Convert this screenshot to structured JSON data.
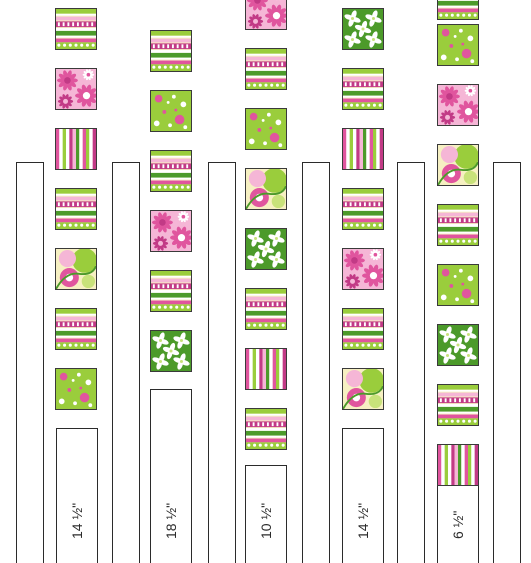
{
  "colors": {
    "lime": "#9acd3c",
    "dark_green": "#4c9a2a",
    "light_lime": "#c8e27a",
    "pink": "#e0559e",
    "magenta": "#c23a86",
    "light_pink": "#f5b6d6",
    "cream": "#f6f0c2",
    "white": "#ffffff",
    "outline": "#2b2b2b"
  },
  "strip_labels": [
    "14 ½\"",
    "18 ½\"",
    "10 ½\"",
    "14 ½\"",
    "6 ½\""
  ],
  "columns": [
    {
      "label_index": 0,
      "blocks": [
        "stripe",
        "pink-floral",
        "vstripe",
        "stripe",
        "pink-green-floral",
        "stripe",
        "lime-dots"
      ]
    },
    {
      "label_index": 1,
      "blocks": [
        "stripe",
        "lime-dots",
        "stripe",
        "pink-floral",
        "stripe",
        "green-pinwheel"
      ]
    },
    {
      "label_index": 2,
      "blocks": [
        "pink-floral",
        "stripe",
        "lime-dots",
        "pink-green-floral",
        "green-pinwheel",
        "stripe",
        "vstripe",
        "stripe"
      ]
    },
    {
      "label_index": 3,
      "blocks": [
        "green-pinwheel",
        "stripe",
        "vstripe",
        "stripe",
        "pink-floral",
        "stripe",
        "pink-green-floral"
      ]
    },
    {
      "label_index": 4,
      "blocks": [
        "stripe",
        "lime-dots",
        "pink-floral",
        "pink-green-floral",
        "stripe",
        "lime-dots",
        "green-pinwheel",
        "stripe",
        "vstripe"
      ]
    }
  ]
}
